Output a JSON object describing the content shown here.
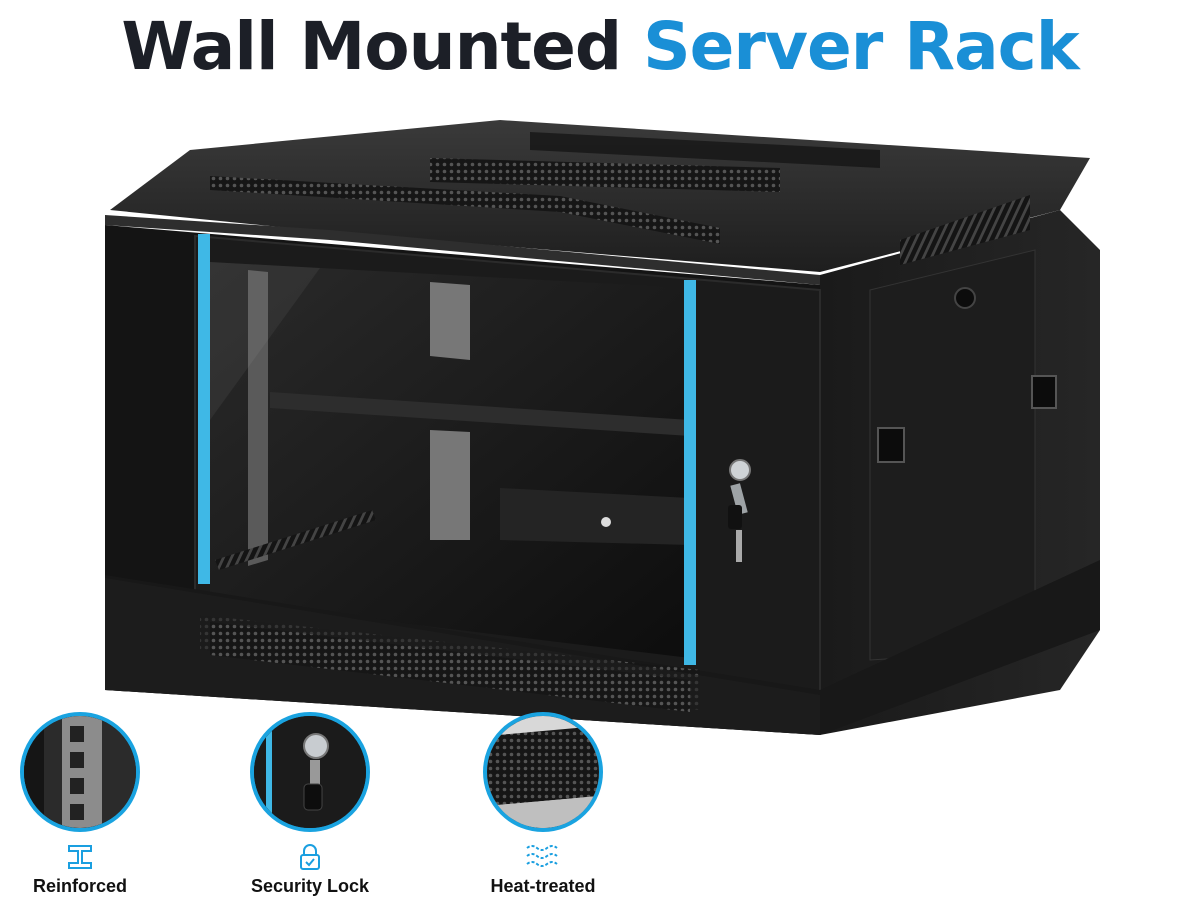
{
  "title": {
    "part1": "Wall Mounted",
    "part2": "Server Rack",
    "color_dark": "#1c1f27",
    "color_accent": "#1a8fd6"
  },
  "product": {
    "image": "wall-mounted-server-rack-cabinet",
    "accent_strip_color": "#3fb8e6"
  },
  "features": [
    {
      "label": "Reinforced",
      "icon": "reinforced-beam-icon"
    },
    {
      "label": "Security Lock",
      "icon": "padlock-icon"
    },
    {
      "label": "Heat-treated",
      "icon": "heat-waves-icon"
    }
  ]
}
